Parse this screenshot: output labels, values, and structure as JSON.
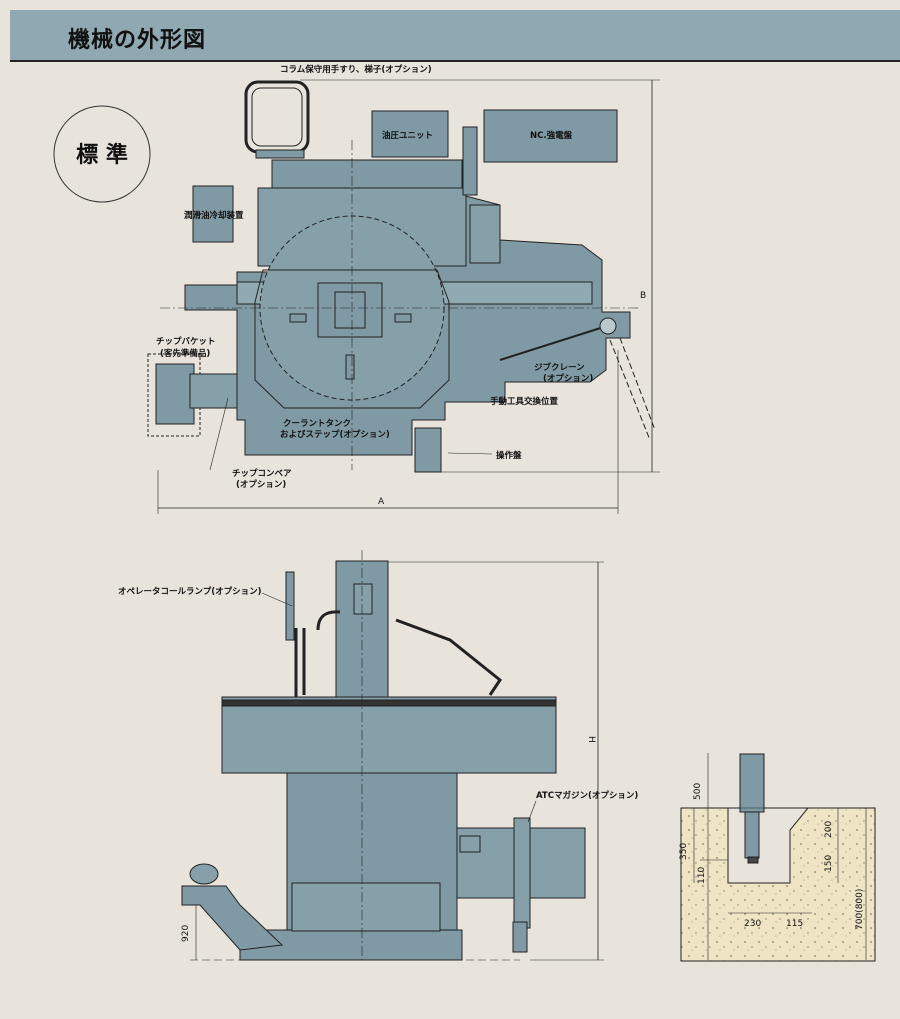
{
  "header": {
    "title": "機械の外形図"
  },
  "standard_label": "標 準",
  "top_view": {
    "labels": {
      "column_handrail": "コラム保守用手すり、梯子(オプション)",
      "hydraulic_unit": "油圧ユニット",
      "nc_panel": "NC.強電盤",
      "lubrication": "潤滑油冷却装置",
      "chip_bucket": "チップバケット",
      "chip_bucket_note": "(客先準備品)",
      "coolant_tank_1": "クーラントタンク",
      "coolant_tank_2": "およびステップ(オプション)",
      "jib_crane_1": "ジブクレーン",
      "jib_crane_2": "(オプション)",
      "manual_tool_change": "手動工具交換位置",
      "operation_panel": "操作盤",
      "chip_conveyor_1": "チップコンベア",
      "chip_conveyor_2": "(オプション)"
    },
    "dimensions": {
      "width": "A",
      "depth": "B"
    }
  },
  "front_view": {
    "labels": {
      "operator_lamp": "オペレータコールランプ(オプション)",
      "atc_magazine": "ATCマガジン(オプション)"
    },
    "dimensions": {
      "height": "H",
      "floor": "920"
    }
  },
  "foundation": {
    "dimensions": {
      "d500": "500",
      "d350": "350",
      "d110": "110",
      "d200": "200",
      "d150": "150",
      "d230": "230",
      "d115": "115",
      "d700": "700(800)"
    }
  }
}
